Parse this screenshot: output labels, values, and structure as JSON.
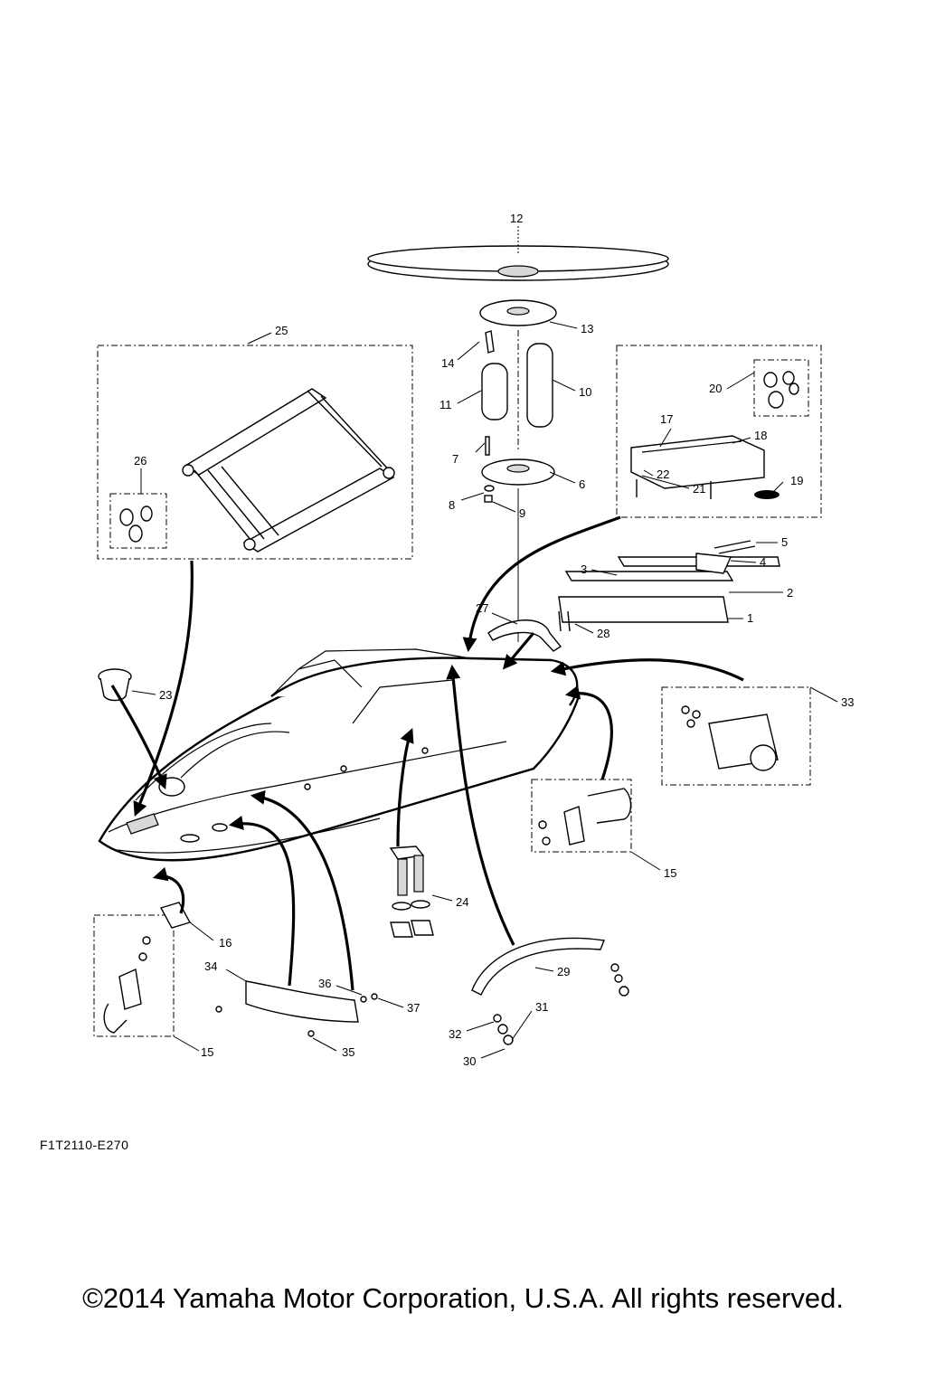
{
  "diagram": {
    "code": "F1T2110-E270",
    "copyright": "©2014 Yamaha Motor Corporation, U.S.A. All rights reserved.",
    "callouts": [
      "1",
      "2",
      "3",
      "4",
      "5",
      "6",
      "7",
      "8",
      "9",
      "10",
      "11",
      "12",
      "13",
      "14",
      "15",
      "15",
      "16",
      "17",
      "18",
      "19",
      "20",
      "21",
      "22",
      "23",
      "24",
      "25",
      "26",
      "27",
      "28",
      "29",
      "30",
      "31",
      "32",
      "33",
      "34",
      "35",
      "36",
      "37"
    ]
  }
}
